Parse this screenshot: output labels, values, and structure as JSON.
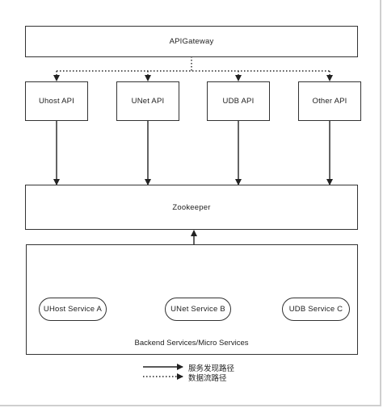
{
  "gateway": {
    "label": "APIGateway"
  },
  "apis": [
    {
      "label": "Uhost API"
    },
    {
      "label": "UNet API"
    },
    {
      "label": "UDB API"
    },
    {
      "label": "Other API"
    }
  ],
  "zookeeper": {
    "label": "Zookeeper"
  },
  "services": [
    {
      "label": "UHost Service A"
    },
    {
      "label": "UNet Service B"
    },
    {
      "label": "UDB Service C"
    }
  ],
  "backend": {
    "label": "Backend Services/Micro Services"
  },
  "legend": {
    "solid_label": "服务发现路径",
    "dotted_label": "数据流路径"
  }
}
